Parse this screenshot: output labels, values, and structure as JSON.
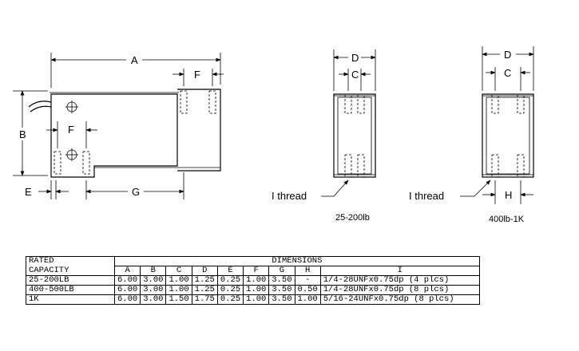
{
  "drawing": {
    "dim_labels": {
      "A": "A",
      "B": "B",
      "C": "C",
      "D": "D",
      "E": "E",
      "F": "F",
      "G": "G",
      "H": "H"
    },
    "thread_label": "I thread",
    "caption_small": "25-200lb",
    "caption_large": "400lb-1K"
  },
  "table": {
    "header_rated": "RATED",
    "header_capacity": "CAPACITY",
    "header_dimensions": "DIMENSIONS",
    "columns": [
      "A",
      "B",
      "C",
      "D",
      "E",
      "F",
      "G",
      "H",
      "I"
    ],
    "rows": [
      {
        "capacity": "25-200LB",
        "values": [
          "6.00",
          "3.00",
          "1.00",
          "1.25",
          "0.25",
          "1.00",
          "3.50",
          "-",
          "1/4-28UNFx0.75dp (4 plcs)"
        ]
      },
      {
        "capacity": "400-500LB",
        "values": [
          "6.00",
          "3.00",
          "1.00",
          "1.25",
          "0.25",
          "1.00",
          "3.50",
          "0.50",
          "1/4-28UNFx0.75dp (8 plcs)"
        ]
      },
      {
        "capacity": "1K",
        "values": [
          "6.00",
          "3.00",
          "1.50",
          "1.75",
          "0.25",
          "1.00",
          "3.50",
          "1.00",
          "5/16-24UNFx0.75dp (8 plcs)"
        ]
      }
    ]
  }
}
